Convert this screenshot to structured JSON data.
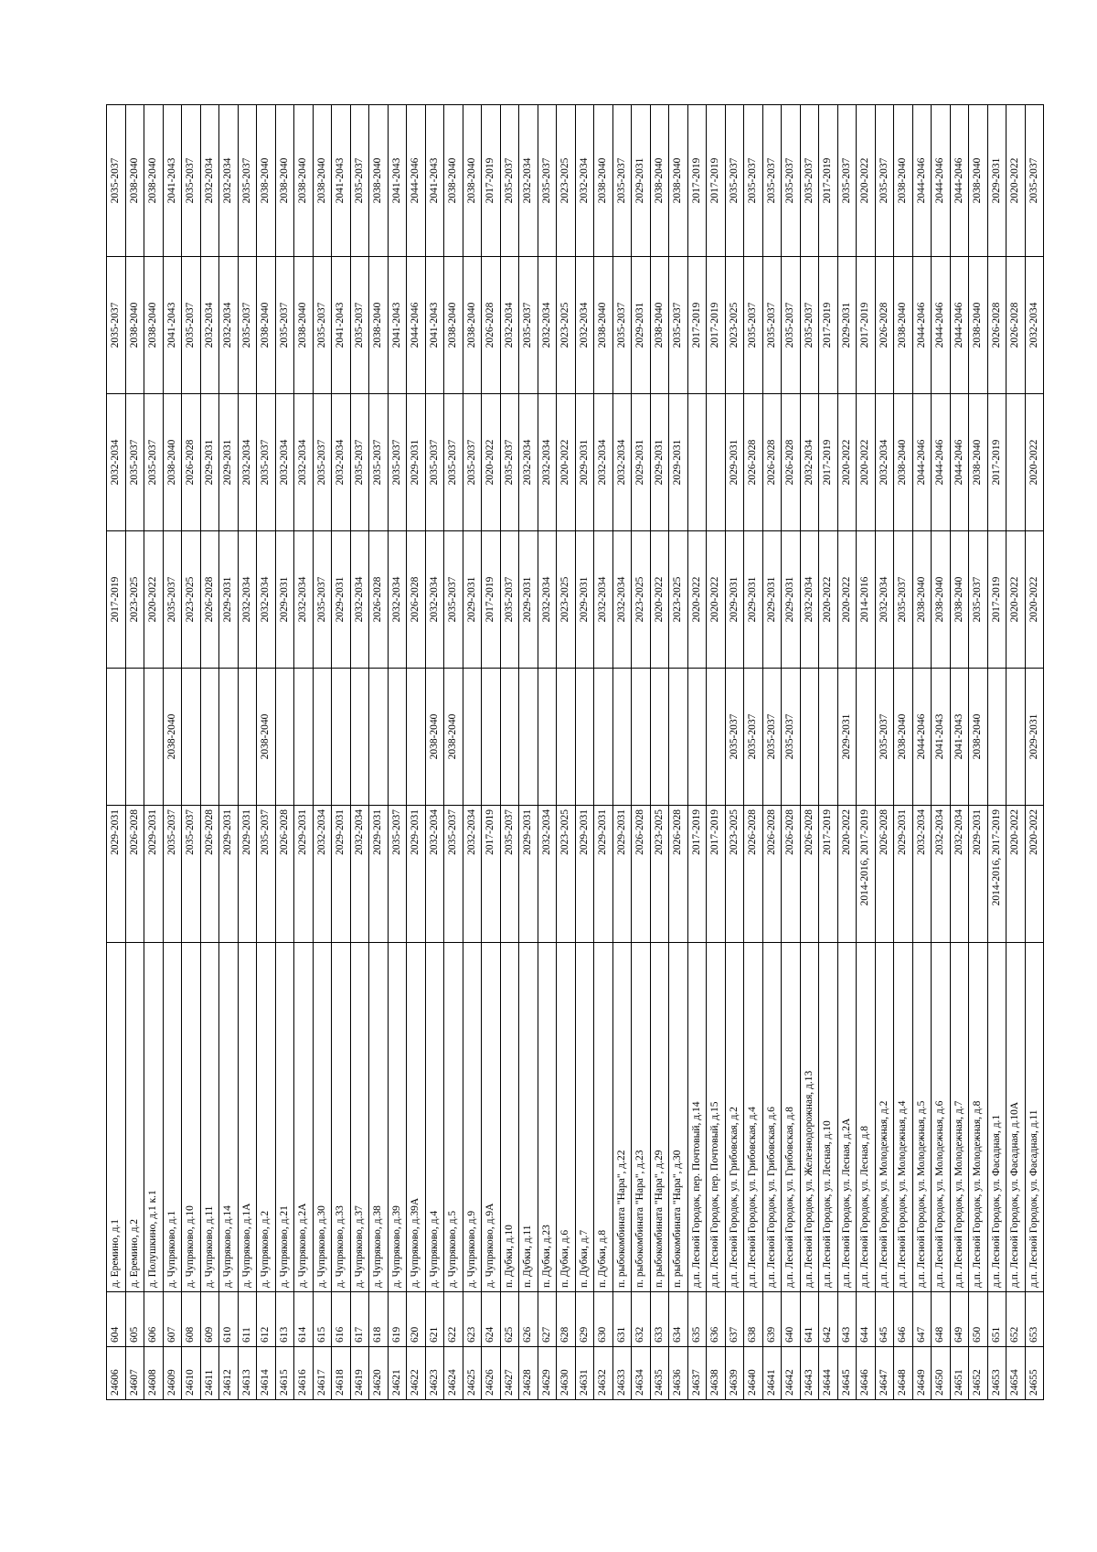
{
  "rows": [
    [
      "24606",
      "604",
      "д. Еремино, д.1",
      "2029-2031",
      "",
      "2017-2019",
      "2032-2034",
      "2035-2037",
      "2035-2037"
    ],
    [
      "24607",
      "605",
      "д. Еремино, д.2",
      "2026-2028",
      "",
      "2023-2025",
      "2035-2037",
      "2038-2040",
      "2038-2040"
    ],
    [
      "24608",
      "606",
      "д. Полушкино, д.1 к.1",
      "2029-2031",
      "",
      "2020-2022",
      "2035-2037",
      "2038-2040",
      "2038-2040"
    ],
    [
      "24609",
      "607",
      "д. Чупряково, д.1",
      "2035-2037",
      "2038-2040",
      "2035-2037",
      "2038-2040",
      "2041-2043",
      "2041-2043"
    ],
    [
      "24610",
      "608",
      "д. Чупряково, д.10",
      "2035-2037",
      "",
      "2023-2025",
      "2026-2028",
      "2035-2037",
      "2035-2037"
    ],
    [
      "24611",
      "609",
      "д. Чупряково, д.11",
      "2026-2028",
      "",
      "2026-2028",
      "2029-2031",
      "2032-2034",
      "2032-2034"
    ],
    [
      "24612",
      "610",
      "д. Чупряково, д.14",
      "2029-2031",
      "",
      "2029-2031",
      "2029-2031",
      "2032-2034",
      "2032-2034"
    ],
    [
      "24613",
      "611",
      "д. Чупряково, д.1А",
      "2029-2031",
      "",
      "2032-2034",
      "2032-2034",
      "2035-2037",
      "2035-2037"
    ],
    [
      "24614",
      "612",
      "д. Чупряково, д.2",
      "2035-2037",
      "2038-2040",
      "2032-2034",
      "2035-2037",
      "2038-2040",
      "2038-2040"
    ],
    [
      "24615",
      "613",
      "д. Чупряково, д.21",
      "2026-2028",
      "",
      "2029-2031",
      "2032-2034",
      "2035-2037",
      "2038-2040"
    ],
    [
      "24616",
      "614",
      "д. Чупряково, д.2А",
      "2029-2031",
      "",
      "2032-2034",
      "2032-2034",
      "2038-2040",
      "2038-2040"
    ],
    [
      "24617",
      "615",
      "д. Чупряково, д.30",
      "2032-2034",
      "",
      "2035-2037",
      "2035-2037",
      "2035-2037",
      "2038-2040"
    ],
    [
      "24618",
      "616",
      "д. Чупряково, д.33",
      "2029-2031",
      "",
      "2029-2031",
      "2032-2034",
      "2041-2043",
      "2041-2043"
    ],
    [
      "24619",
      "617",
      "д. Чупряково, д.37",
      "2032-2034",
      "",
      "2032-2034",
      "2035-2037",
      "2035-2037",
      "2035-2037"
    ],
    [
      "24620",
      "618",
      "д. Чупряково, д.38",
      "2029-2031",
      "",
      "2026-2028",
      "2035-2037",
      "2038-2040",
      "2038-2040"
    ],
    [
      "24621",
      "619",
      "д. Чупряково, д.39",
      "2035-2037",
      "",
      "2032-2034",
      "2035-2037",
      "2041-2043",
      "2041-2043"
    ],
    [
      "24622",
      "620",
      "д. Чупряково, д.39А",
      "2029-2031",
      "",
      "2026-2028",
      "2029-2031",
      "2044-2046",
      "2044-2046"
    ],
    [
      "24623",
      "621",
      "д. Чупряково, д.4",
      "2032-2034",
      "2038-2040",
      "2032-2034",
      "2035-2037",
      "2041-2043",
      "2041-2043"
    ],
    [
      "24624",
      "622",
      "д. Чупряково, д.5",
      "2035-2037",
      "2038-2040",
      "2035-2037",
      "2035-2037",
      "2038-2040",
      "2038-2040"
    ],
    [
      "24625",
      "623",
      "д. Чупряково, д.9",
      "2032-2034",
      "",
      "2029-2031",
      "2035-2037",
      "2038-2040",
      "2038-2040"
    ],
    [
      "24626",
      "624",
      "д. Чупряково, д.9А",
      "2017-2019",
      "",
      "2017-2019",
      "2020-2022",
      "2026-2028",
      "2017-2019"
    ],
    [
      "24627",
      "625",
      "п. Дубки, д.10",
      "2035-2037",
      "",
      "2035-2037",
      "2035-2037",
      "2032-2034",
      "2035-2037"
    ],
    [
      "24628",
      "626",
      "п. Дубки, д.11",
      "2029-2031",
      "",
      "2029-2031",
      "2032-2034",
      "2035-2037",
      "2032-2034"
    ],
    [
      "24629",
      "627",
      "п. Дубки, д.23",
      "2032-2034",
      "",
      "2032-2034",
      "2032-2034",
      "2032-2034",
      "2035-2037"
    ],
    [
      "24630",
      "628",
      "п. Дубки, д.6",
      "2023-2025",
      "",
      "2023-2025",
      "2020-2022",
      "2023-2025",
      "2023-2025"
    ],
    [
      "24631",
      "629",
      "п. Дубки, д.7",
      "2029-2031",
      "",
      "2029-2031",
      "2029-2031",
      "2032-2034",
      "2032-2034"
    ],
    [
      "24632",
      "630",
      "п. Дубки, д.8",
      "2029-2031",
      "",
      "2032-2034",
      "2032-2034",
      "2038-2040",
      "2038-2040"
    ],
    [
      "24633",
      "631",
      "п. рыбокомбината \"Нара\", д.22",
      "2029-2031",
      "",
      "2032-2034",
      "2032-2034",
      "2035-2037",
      "2035-2037"
    ],
    [
      "24634",
      "632",
      "п. рыбокомбината \"Нара\", д.23",
      "2026-2028",
      "",
      "2023-2025",
      "2029-2031",
      "2029-2031",
      "2029-2031"
    ],
    [
      "24635",
      "633",
      "п. рыбокомбината \"Нара\", д.29",
      "2023-2025",
      "",
      "2020-2022",
      "2029-2031",
      "2038-2040",
      "2038-2040"
    ],
    [
      "24636",
      "634",
      "п. рыбокомбината \"Нара\", д.30",
      "2026-2028",
      "",
      "2023-2025",
      "2029-2031",
      "2035-2037",
      "2038-2040"
    ],
    [
      "24637",
      "635",
      "д.п. Лесной Городок, пер. Почтовый, д.14",
      "2017-2019",
      "",
      "2020-2022",
      "",
      "2017-2019",
      "2017-2019"
    ],
    [
      "24638",
      "636",
      "д.п. Лесной Городок, пер. Почтовый, д.15",
      "2017-2019",
      "",
      "2020-2022",
      "",
      "2017-2019",
      "2017-2019"
    ],
    [
      "24639",
      "637",
      "д.п. Лесной Городок, ул. Грибовская, д.2",
      "2023-2025",
      "2035-2037",
      "2029-2031",
      "2029-2031",
      "2023-2025",
      "2035-2037"
    ],
    [
      "24640",
      "638",
      "д.п. Лесной Городок, ул. Грибовская, д.4",
      "2026-2028",
      "2035-2037",
      "2029-2031",
      "2026-2028",
      "2035-2037",
      "2035-2037"
    ],
    [
      "24641",
      "639",
      "д.п. Лесной Городок, ул. Грибовская, д.6",
      "2026-2028",
      "2035-2037",
      "2029-2031",
      "2026-2028",
      "2035-2037",
      "2035-2037"
    ],
    [
      "24642",
      "640",
      "д.п. Лесной Городок, ул. Грибовская, д.8",
      "2026-2028",
      "2035-2037",
      "2029-2031",
      "2026-2028",
      "2035-2037",
      "2035-2037"
    ],
    [
      "24643",
      "641",
      "д.п. Лесной Городок, ул. Железнодорожная, д.13",
      "2026-2028",
      "",
      "2032-2034",
      "2032-2034",
      "2035-2037",
      "2035-2037"
    ],
    [
      "24644",
      "642",
      "д.п. Лесной Городок, ул. Лесная, д.10",
      "2017-2019",
      "",
      "2020-2022",
      "2017-2019",
      "2017-2019",
      "2017-2019"
    ],
    [
      "24645",
      "643",
      "д.п. Лесной Городок, ул. Лесная, д.2А",
      "2020-2022",
      "2029-2031",
      "2020-2022",
      "2020-2022",
      "2029-2031",
      "2035-2037"
    ],
    [
      "24646",
      "644",
      "д.п. Лесной Городок, ул. Лесная, д.8",
      "2014-2016, 2017-2019",
      "",
      "2014-2016",
      "2020-2022",
      "2017-2019",
      "2020-2022"
    ],
    [
      "24647",
      "645",
      "д.п. Лесной Городок, ул. Молодежная, д.2",
      "2026-2028",
      "2035-2037",
      "2032-2034",
      "2032-2034",
      "2026-2028",
      "2035-2037"
    ],
    [
      "24648",
      "646",
      "д.п. Лесной Городок, ул. Молодежная, д.4",
      "2029-2031",
      "2038-2040",
      "2035-2037",
      "2038-2040",
      "2038-2040",
      "2038-2040"
    ],
    [
      "24649",
      "647",
      "д.п. Лесной Городок, ул. Молодежная, д.5",
      "2032-2034",
      "2044-2046",
      "2038-2040",
      "2044-2046",
      "2044-2046",
      "2044-2046"
    ],
    [
      "24650",
      "648",
      "д.п. Лесной Городок, ул. Молодежная, д.6",
      "2032-2034",
      "2041-2043",
      "2038-2040",
      "2044-2046",
      "2044-2046",
      "2044-2046"
    ],
    [
      "24651",
      "649",
      "д.п. Лесной Городок, ул. Молодежная, д.7",
      "2032-2034",
      "2041-2043",
      "2038-2040",
      "2044-2046",
      "2044-2046",
      "2044-2046"
    ],
    [
      "24652",
      "650",
      "д.п. Лесной Городок, ул. Молодежная, д.8",
      "2029-2031",
      "2038-2040",
      "2035-2037",
      "2038-2040",
      "2038-2040",
      "2038-2040"
    ],
    [
      "24653",
      "651",
      "д.п. Лесной Городок, ул. Фасадная, д.1",
      "2014-2016, 2017-2019",
      "",
      "2017-2019",
      "2017-2019",
      "2026-2028",
      "2029-2031"
    ],
    [
      "24654",
      "652",
      "д.п. Лесной Городок, ул. Фасадная, д.10А",
      "2020-2022",
      "",
      "2020-2022",
      "",
      "2026-2028",
      "2020-2022"
    ],
    [
      "24655",
      "653",
      "д.п. Лесной Городок, ул. Фасадная, д.11",
      "2020-2022",
      "2029-2031",
      "2020-2022",
      "2020-2022",
      "2032-2034",
      "2035-2037"
    ]
  ]
}
